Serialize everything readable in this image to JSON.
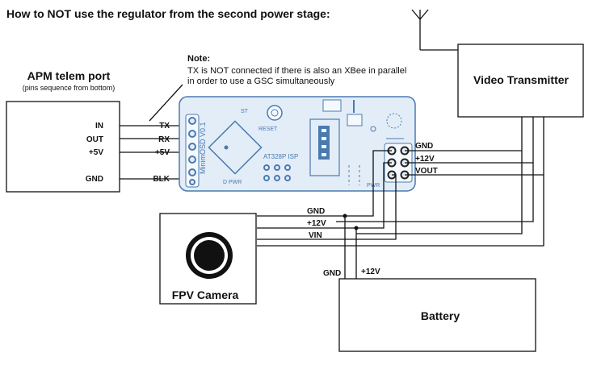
{
  "title": "How to NOT use the regulator from the second power stage:",
  "note": {
    "heading": "Note:",
    "line1": "TX is NOT connected if there is also an XBee in parallel",
    "line2": "in order to use a GSC simultaneously"
  },
  "apm": {
    "title": "APM telem port",
    "subtitle": "(pins sequence from bottom)",
    "pins": [
      "IN",
      "OUT",
      "+5V",
      "GND"
    ]
  },
  "osd_pins": [
    "TX",
    "RX",
    "+5V",
    "BLK"
  ],
  "board": {
    "name": "MinimOSD V0.1",
    "chip": "AT328P ISP",
    "reset": "RESET",
    "pwr": "PWR",
    "dpwr": "D PWR",
    "st": "ST"
  },
  "video_transmitter": {
    "title": "Video Transmitter",
    "pins": [
      "GND",
      "+12V",
      "VOUT"
    ]
  },
  "camera": {
    "title": "FPV Camera",
    "wires": [
      "GND",
      "+12V",
      "VIN"
    ]
  },
  "battery": {
    "title": "Battery",
    "terminals": [
      "GND",
      "+12V"
    ]
  },
  "colors": {
    "pcb_fill": "#e3edf8",
    "pcb_outline": "#4a7ab0",
    "line": "#111111"
  }
}
